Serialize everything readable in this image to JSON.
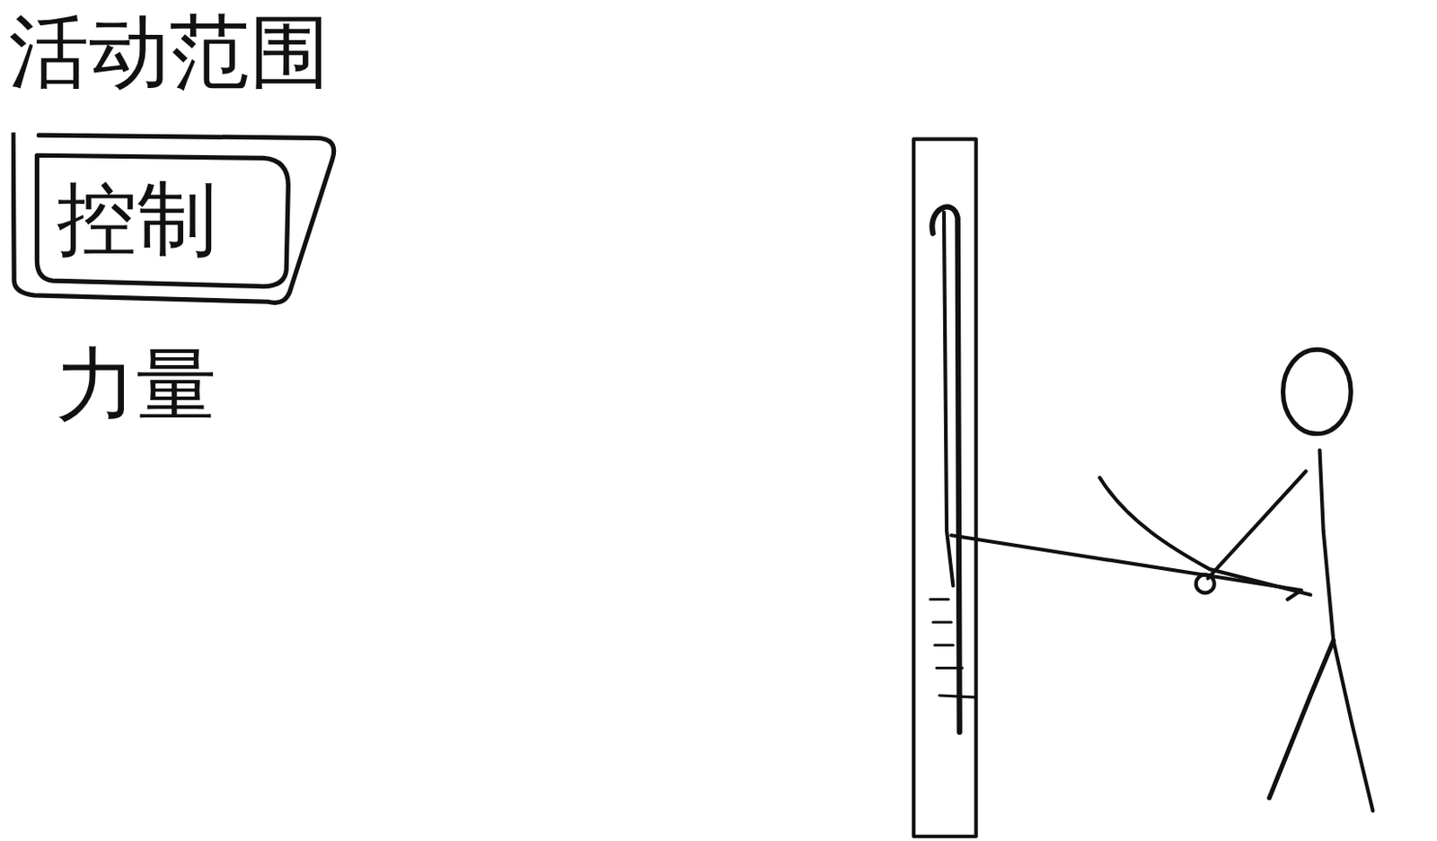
{
  "diagram": {
    "nodes": [
      {
        "text": [
          "控制"
        ]
      }
    ],
    "labels": [
      "活动范围",
      "力量"
    ]
  }
}
